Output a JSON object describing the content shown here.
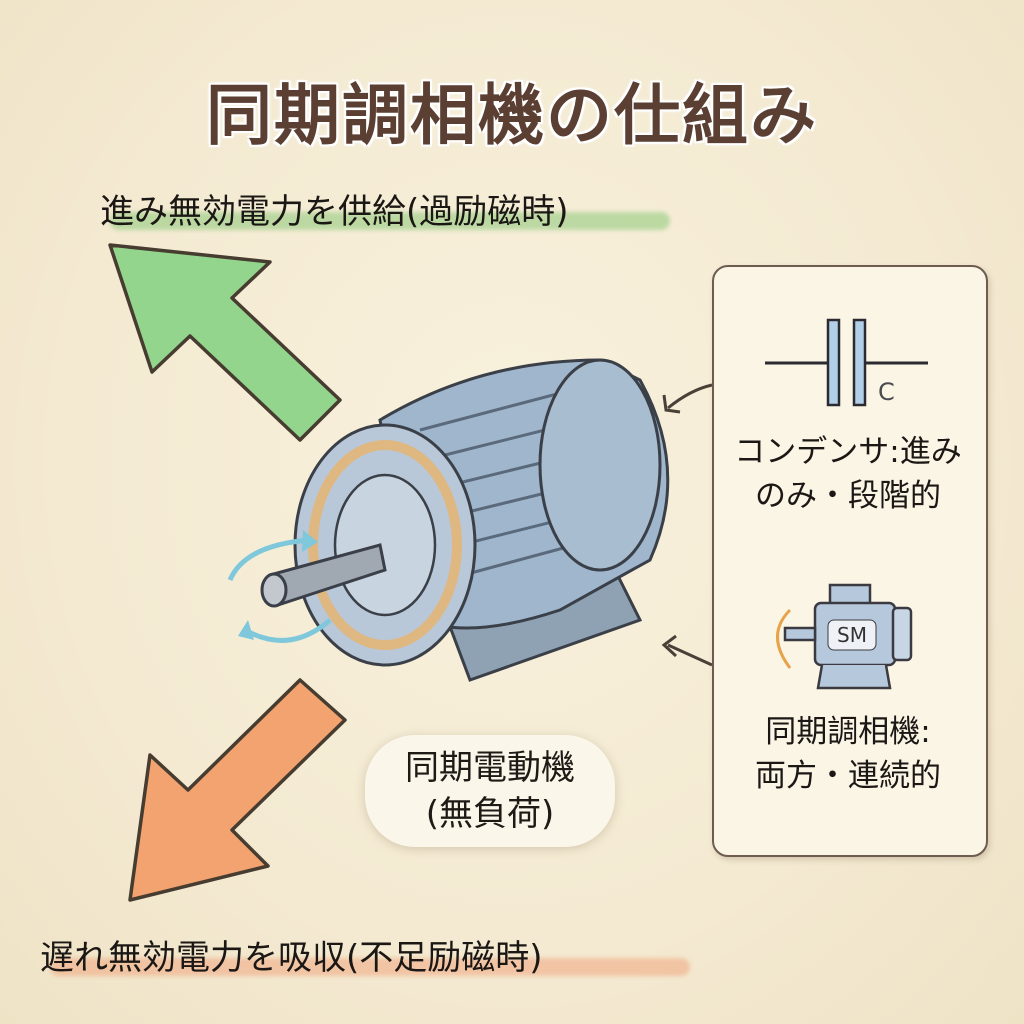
{
  "title": "同期調相機の仕組み",
  "arrows": {
    "top_label": "進み無効電力を供給(過励磁時)",
    "bottom_label": "遅れ無効電力を吸収(不足励磁時)",
    "top_color": "#8fd48a",
    "bottom_color": "#f2a06a"
  },
  "center": {
    "label_line1": "同期電動機",
    "label_line2": "(無負荷)"
  },
  "comparison_panel": {
    "capacitor": {
      "symbol_label": "C",
      "line1": "コンデンサ:進み",
      "line2": "のみ・段階的"
    },
    "synchronous_condenser": {
      "icon_label": "SM",
      "line1": "同期調相機:",
      "line2": "両方・連続的"
    }
  }
}
